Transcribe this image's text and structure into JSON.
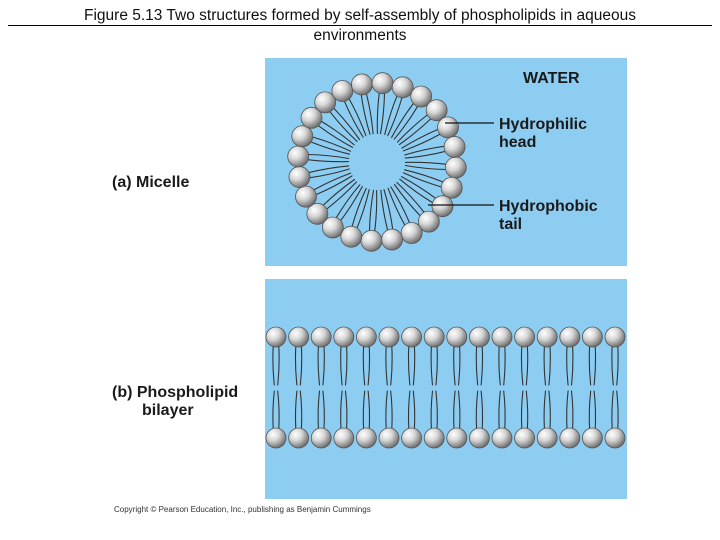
{
  "figure": {
    "title_line1": "Figure 5.13 Two structures formed by self-assembly of phospholipids in aqueous",
    "title_line2": "environments"
  },
  "labels": {
    "water": "WATER",
    "hydrophilic_head_line1": "Hydrophilic",
    "hydrophilic_head_line2": "head",
    "hydrophobic_tail_line1": "Hydrophobic",
    "hydrophobic_tail_line2": "tail",
    "micelle": "(a) Micelle",
    "bilayer_line1": "(b) Phospholipid",
    "bilayer_line2": "bilayer"
  },
  "copyright": "Copyright © Pearson Education, Inc., publishing as Benjamin Cummings",
  "colors": {
    "water": "#8ecdf2",
    "head": "#d9d9d9",
    "tail": "#333333"
  }
}
